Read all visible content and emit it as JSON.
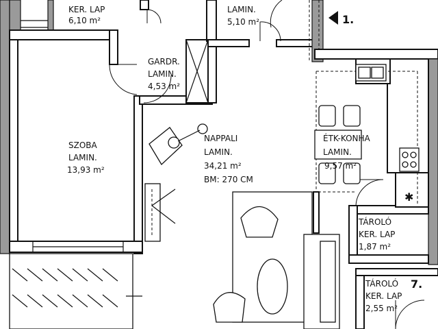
{
  "rooms": {
    "bath": {
      "name": "KER. LAP",
      "area": "6,10 m²"
    },
    "hall": {
      "name": "LAMIN.",
      "area": "5,10 m²"
    },
    "wardrobe": {
      "name": "GARDR.",
      "floor": "LAMIN.",
      "area": "4,53 m²"
    },
    "bedroom": {
      "name": "SZOBA",
      "floor": "LAMIN.",
      "area": "13,93 m²"
    },
    "living": {
      "name": "NAPPALI",
      "floor": "LAMIN.",
      "area": "34,21 m²",
      "height": "BM: 270 CM"
    },
    "kitchen": {
      "name": "ÉTK-KONHA",
      "floor": "LAMIN.",
      "area": "9,57 m²"
    },
    "storage1": {
      "name": "TÁROLÓ",
      "floor": "KER. LAP",
      "area": "1,87 m²"
    },
    "storage2": {
      "name": "TÁROLÓ",
      "floor": "KER. LAP",
      "area": "2,55 m²"
    }
  },
  "markers": {
    "unit1": "1.",
    "unit7": "7."
  },
  "icons": {
    "section_arrow": "triangle-left-icon",
    "electrical_panel": "star-icon"
  }
}
